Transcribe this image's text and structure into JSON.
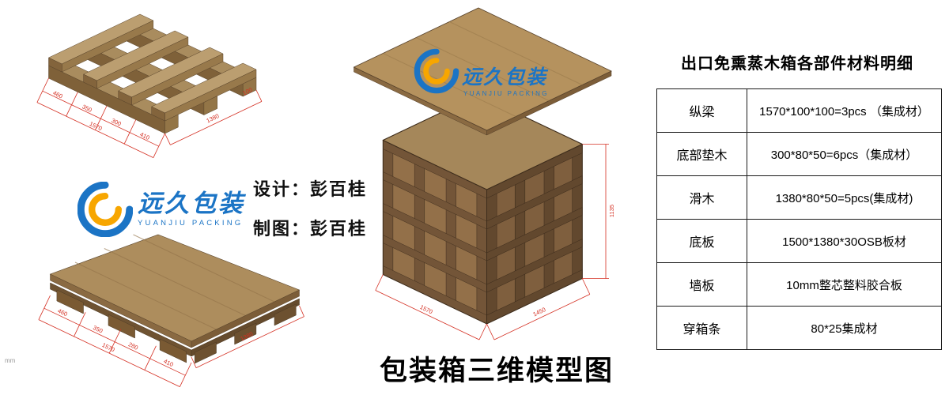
{
  "page": {
    "main_title": "包装箱三维模型图",
    "designer": "设计：彭百桂",
    "drafter": "制图：彭百桂",
    "unit": "mm"
  },
  "logo": {
    "text": "远久包装",
    "subtext": "YUANJIU PACKING",
    "blue": "#1b74c5",
    "yellow": "#f7a600"
  },
  "parts_table": {
    "title": "出口免熏蒸木箱各部件材料明细",
    "rows": [
      {
        "name": "纵梁",
        "spec": "1570*100*100=3pcs （集成材）"
      },
      {
        "name": "底部垫木",
        "spec": "300*80*50=6pcs（集成材）"
      },
      {
        "name": "滑木",
        "spec": "1380*80*50=5pcs(集成材)"
      },
      {
        "name": "底板",
        "spec": "1500*1380*30OSB板材"
      },
      {
        "name": "墙板",
        "spec": "10mm整芯整料胶合板"
      },
      {
        "name": "穿箱条",
        "spec": "80*25集成材"
      }
    ]
  },
  "drawings": {
    "frame_pallet": {
      "dims_left": [
        "460",
        "350",
        "300",
        "410"
      ],
      "total_left": "1570",
      "dim_width": "1380",
      "dim_small": "100"
    },
    "deck_pallet": {
      "dims_left": [
        "460",
        "350",
        "280",
        "410"
      ],
      "total_left": "1570",
      "dim_width": "1380"
    },
    "crate": {
      "dim_height": "1135",
      "dim_front": "1450",
      "dim_side": "1570"
    }
  },
  "colors": {
    "dimension_red": "#d42f22",
    "wood_light": "#b99c6e",
    "wood_dark": "#62482e"
  }
}
